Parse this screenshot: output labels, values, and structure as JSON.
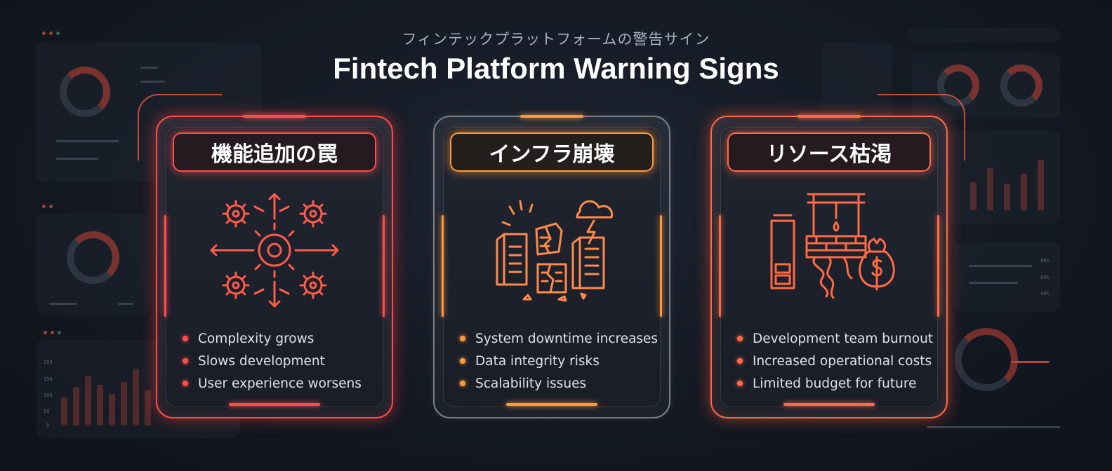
{
  "header": {
    "subtitle": "フィンテックプラットフォームの警告サイン",
    "title": "Fintech Platform Warning Signs"
  },
  "colors": {
    "red": "#ff4d4d",
    "orange": "#ff9a3c",
    "coral": "#ff6a45",
    "background": "#131822"
  },
  "cards": [
    {
      "title": "機能追加の罠",
      "icon": "gears-expanding-icon",
      "accent": "#ff4d4d",
      "items": [
        "Complexity grows",
        "Slows development",
        "User experience worsens"
      ]
    },
    {
      "title": "インフラ崩壊",
      "icon": "servers-collapsing-icon",
      "accent": "#ff9a3c",
      "items": [
        "System downtime increases",
        "Data integrity risks",
        "Scalability issues"
      ]
    },
    {
      "title": "リソース枯渇",
      "icon": "drained-resources-icon",
      "accent": "#ff6a45",
      "items": [
        "Development team burnout",
        "Increased operational costs",
        "Limited budget for future"
      ]
    }
  ],
  "background_ticks": [
    "200",
    "150",
    "100",
    "50",
    "0",
    "80%",
    "60%",
    "40%"
  ]
}
